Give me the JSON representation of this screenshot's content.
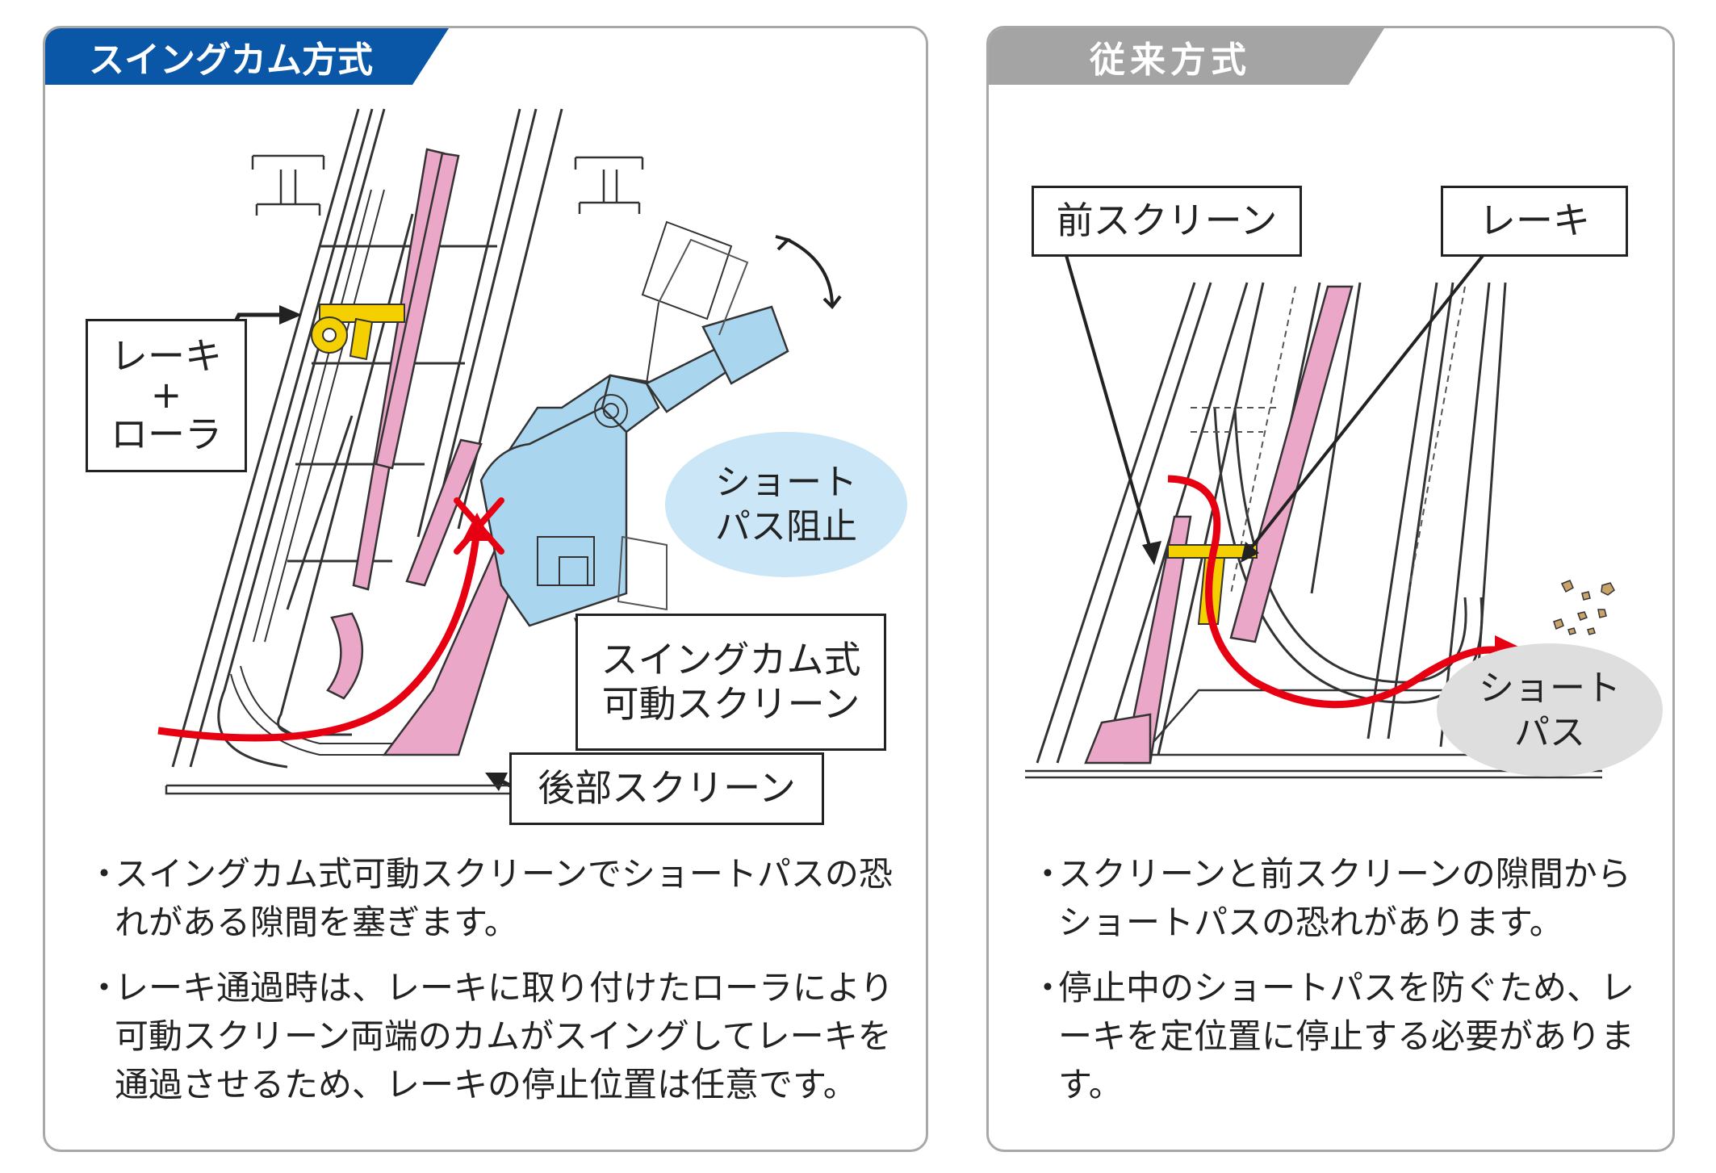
{
  "left": {
    "tab_label": "スイングカム方式",
    "labels": {
      "rake_roller_line1": "レーキ",
      "rake_roller_plus": "+",
      "rake_roller_line2": "ローラ",
      "swing_cam_line1": "スイングカム式",
      "swing_cam_line2": "可動スクリーン",
      "rear_screen": "後部スクリーン"
    },
    "callout": {
      "line1": "ショート",
      "line2": "パス阻止"
    },
    "notes": [
      {
        "bullet": "・",
        "text": "スイングカム式可動スクリーンでショートパスの恐れがある隙間を塞ぎます。"
      },
      {
        "bullet": "・",
        "text": "レーキ通過時は、レーキに取り付けたローラにより可動スクリーン両端のカムがスイングしてレーキを通過させるため、レーキの停止位置は任意です。"
      }
    ]
  },
  "right": {
    "tab_label": "従来方式",
    "labels": {
      "front_screen": "前スクリーン",
      "rake": "レーキ"
    },
    "callout": {
      "line1": "ショート",
      "line2": "パス"
    },
    "notes": [
      {
        "bullet": "・",
        "text": "スクリーンと前スクリーンの隙間からショートパスの恐れがあります。"
      },
      {
        "bullet": "・",
        "text": "停止中のショートパスを防ぐため、レーキを定位置に停止する必要があります。"
      }
    ]
  },
  "colors": {
    "tab_blue": "#0a57a8",
    "tab_gray": "#a4a4a4",
    "pink": "#eba7c8",
    "light_blue": "#a9d5ef",
    "callout_blue": "#cbe6f6",
    "callout_gray": "#dedede",
    "red": "#e60012",
    "yellow": "#f5d000",
    "debris": "#c9a36a"
  }
}
